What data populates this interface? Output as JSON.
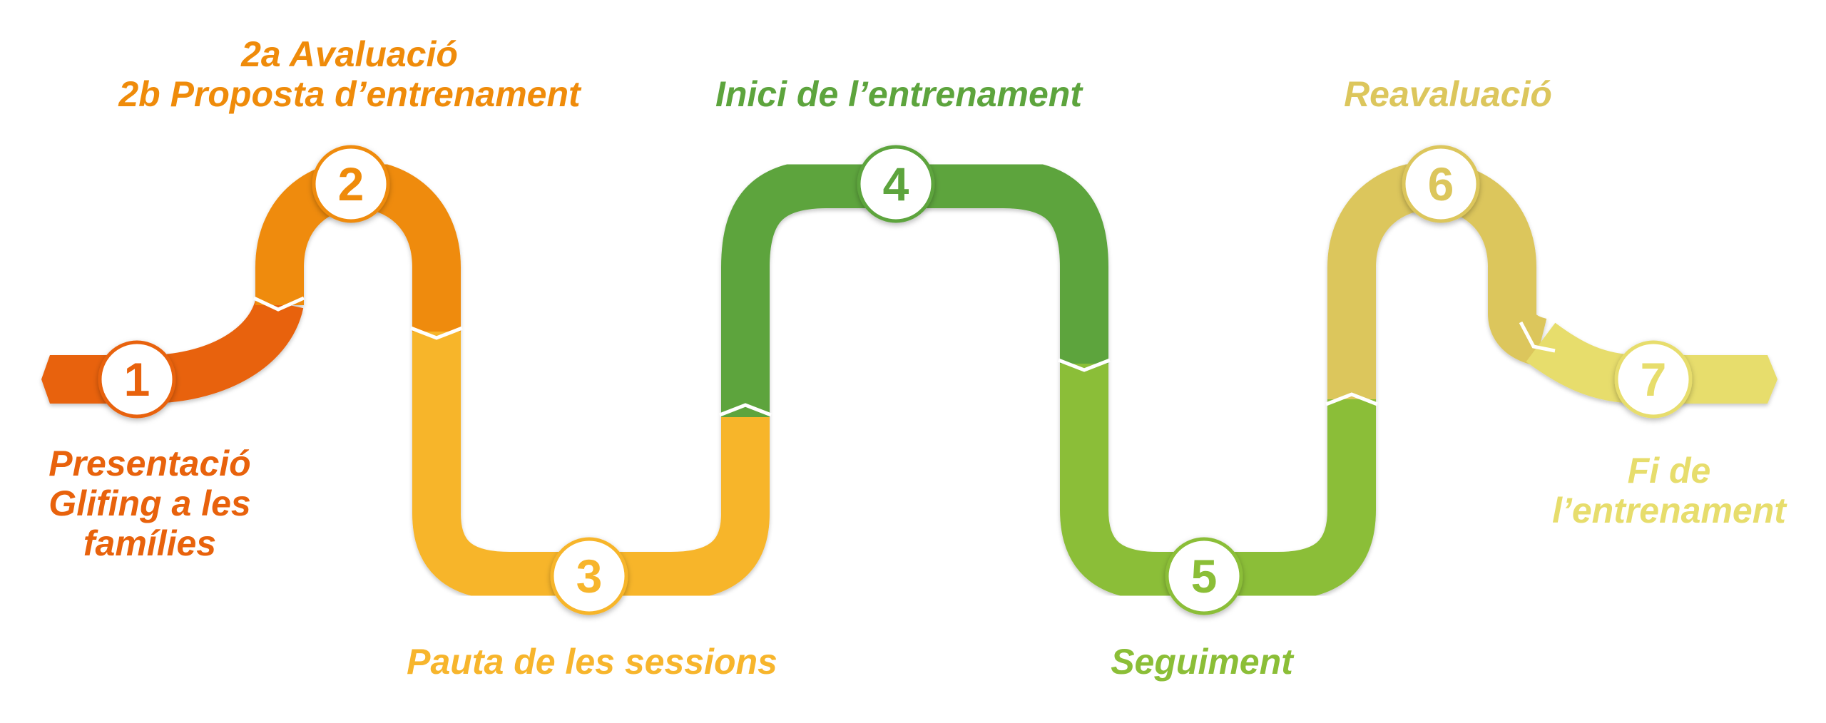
{
  "steps": [
    {
      "number": "1",
      "label_lines": [
        "Presentació",
        "Glifing a les",
        "famílies"
      ],
      "color": "#e8620c"
    },
    {
      "number": "2",
      "label_lines": [
        "2a Avaluació",
        "2b Proposta d’entrenament"
      ],
      "color": "#ef8b0a"
    },
    {
      "number": "3",
      "label_lines": [
        "Pauta de les sessions"
      ],
      "color": "#f7b52c"
    },
    {
      "number": "4",
      "label_lines": [
        "Inici de l’entrenament"
      ],
      "color": "#5da43d"
    },
    {
      "number": "5",
      "label_lines": [
        "Seguiment"
      ],
      "color": "#8bbe37"
    },
    {
      "number": "6",
      "label_lines": [
        "Reavaluació"
      ],
      "color": "#dcc65c"
    },
    {
      "number": "7",
      "label_lines": [
        "Fi de",
        "l’entrenament"
      ],
      "color": "#e7dd6c"
    }
  ]
}
